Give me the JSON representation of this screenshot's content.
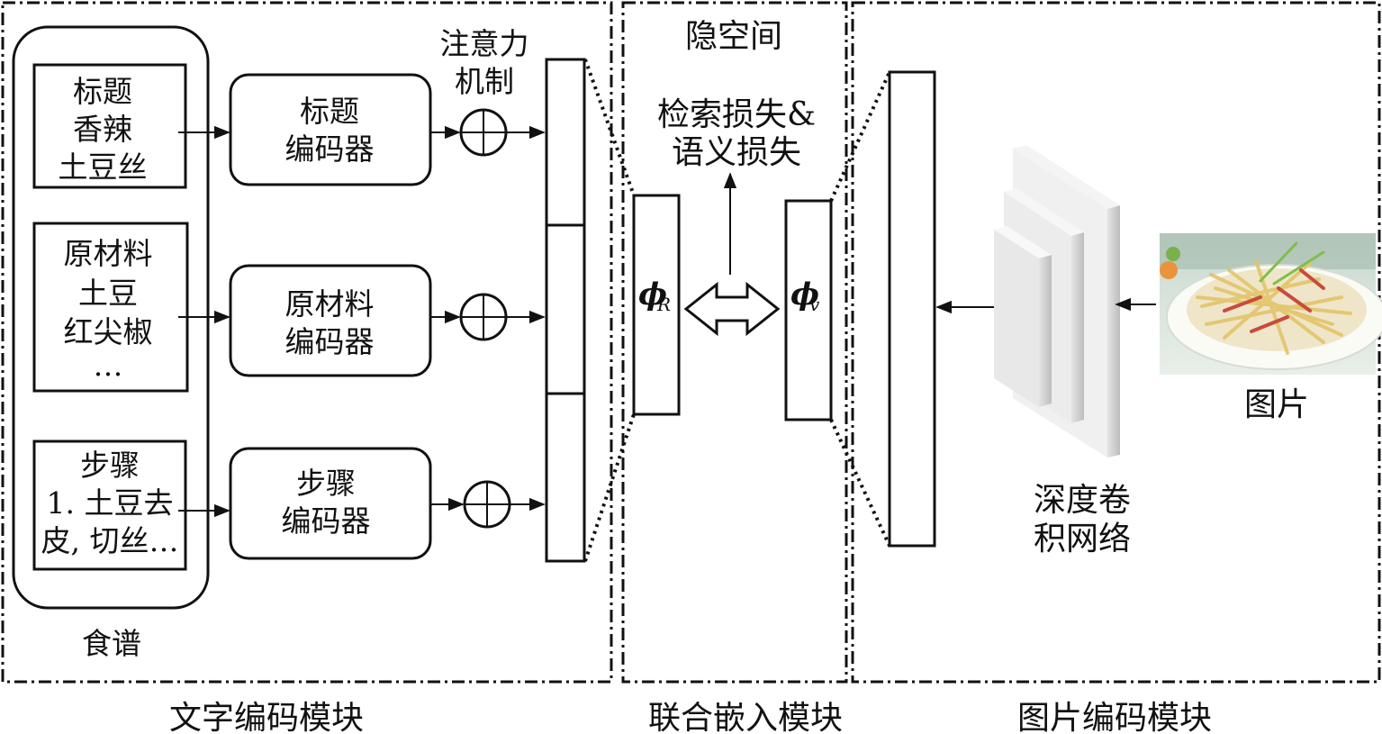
{
  "modules": {
    "text_label": "文字编码模块",
    "joint_label": "联合嵌入模块",
    "image_label": "图片编码模块"
  },
  "recipe": {
    "label": "食谱",
    "title": {
      "lines": [
        "标题",
        "香辣",
        "土豆丝"
      ]
    },
    "ingredients": {
      "lines": [
        "原材料",
        "土豆",
        "红尖椒",
        "…"
      ]
    },
    "steps": {
      "lines": [
        "步骤",
        "1. 土豆去",
        "皮, 切丝…"
      ]
    }
  },
  "encoders": {
    "title": {
      "lines": [
        "标题",
        "编码器"
      ]
    },
    "ingredients": {
      "lines": [
        "原材料",
        "编码器"
      ]
    },
    "steps": {
      "lines": [
        "步骤",
        "编码器"
      ]
    }
  },
  "attention": {
    "lines": [
      "注意力",
      "机制"
    ]
  },
  "latent": {
    "label": "隐空间",
    "loss": {
      "lines": [
        "检索损失&",
        "语义损失"
      ]
    },
    "phi_r": {
      "symbol": "ϕ",
      "sub": "R"
    },
    "phi_v": {
      "symbol": "ϕ",
      "sub": "v"
    }
  },
  "image": {
    "label": "图片",
    "cnn": {
      "lines": [
        "深度卷",
        "积网络"
      ]
    }
  }
}
